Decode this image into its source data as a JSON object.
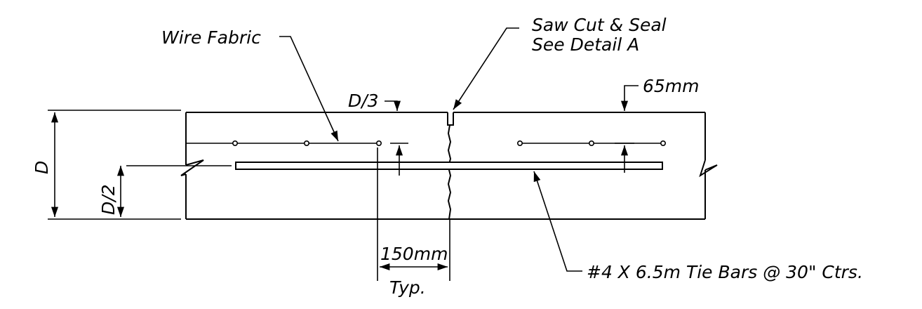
{
  "labels": {
    "wire_fabric": "Wire Fabric",
    "saw_cut_line1": "Saw Cut & Seal",
    "saw_cut_line2": "See Detail A",
    "d_third": "D/3",
    "cover": "65mm",
    "depth": "D",
    "half_depth": "D/2",
    "spacing": "150mm",
    "typ": "Typ.",
    "tie_bars": "#4 X 6.5m Tie Bars @ 30\" Ctrs."
  },
  "colors": {
    "line": "#000000",
    "background": "#ffffff"
  }
}
